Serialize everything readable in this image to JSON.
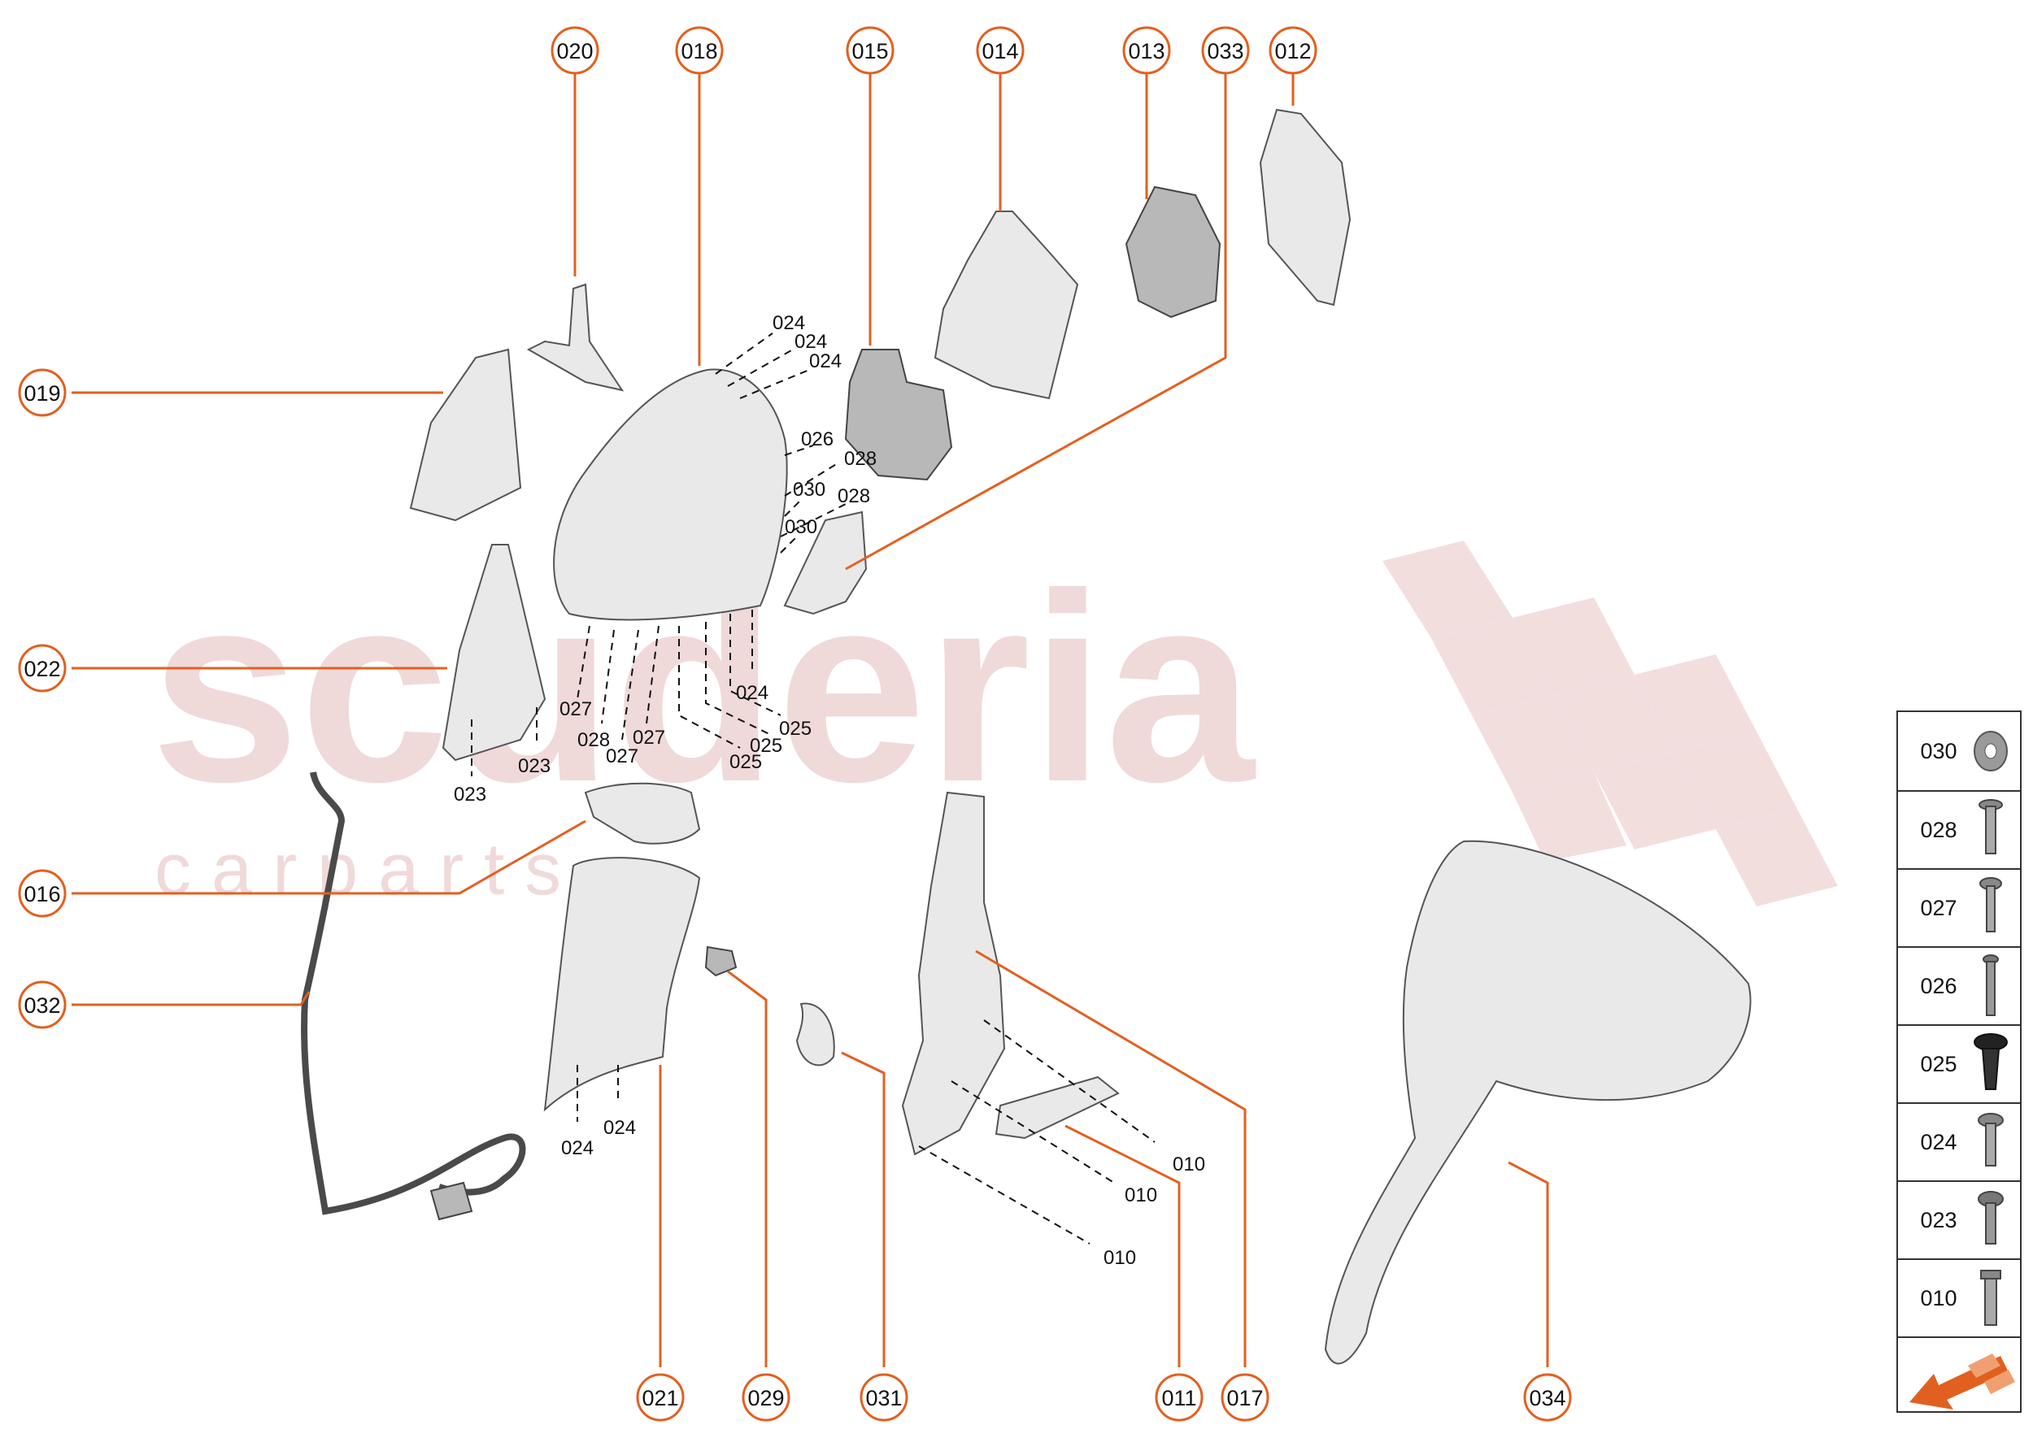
{
  "watermark": {
    "line1": "scuderia",
    "line2": "c a r p a r t s"
  },
  "callouts": {
    "c020": "020",
    "c018": "018",
    "c015": "015",
    "c014": "014",
    "c013": "013",
    "c033": "033",
    "c012": "012",
    "c019": "019",
    "c022": "022",
    "c016": "016",
    "c032": "032",
    "c021": "021",
    "c029": "029",
    "c031": "031",
    "c011": "011",
    "c017": "017",
    "c034": "034"
  },
  "labels": {
    "l024a": "024",
    "l024b": "024",
    "l024c": "024",
    "l026": "026",
    "l028a": "028",
    "l030a": "030",
    "l028b": "028",
    "l030b": "030",
    "l024d": "024",
    "l027a": "027",
    "l028c": "028",
    "l027b": "027",
    "l027c": "027",
    "l025a": "025",
    "l025b": "025",
    "l025c": "025",
    "l023a": "023",
    "l023b": "023",
    "l024e": "024",
    "l024f": "024",
    "l010a": "010",
    "l010b": "010",
    "l010c": "010"
  },
  "legend": {
    "items": [
      {
        "code": "030",
        "icon": "washer-icon"
      },
      {
        "code": "028",
        "icon": "bolt-icon"
      },
      {
        "code": "027",
        "icon": "screw-icon"
      },
      {
        "code": "026",
        "icon": "pin-icon"
      },
      {
        "code": "025",
        "icon": "push-rivet-icon"
      },
      {
        "code": "024",
        "icon": "screw-icon"
      },
      {
        "code": "023",
        "icon": "screw-icon"
      },
      {
        "code": "010",
        "icon": "flange-bolt-icon"
      }
    ],
    "arrow_icon": "orientation-arrow-icon"
  },
  "colors": {
    "accent": "#e2601f",
    "watermark": "#f0d9d9"
  }
}
